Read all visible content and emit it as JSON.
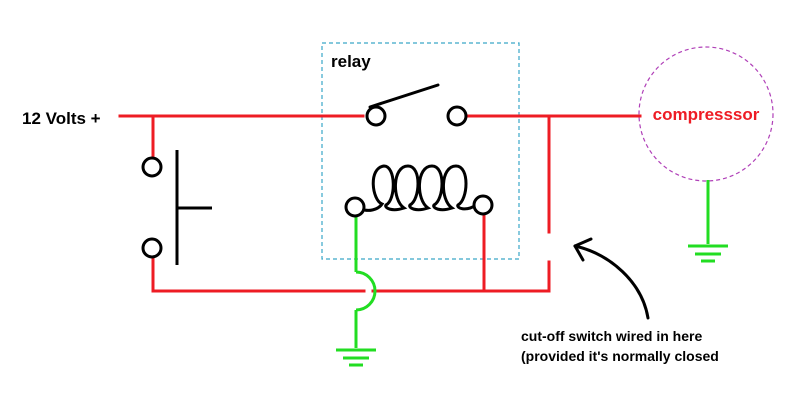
{
  "labels": {
    "supply": "12 Volts +",
    "relay": "relay",
    "compressor": "compresssor",
    "note_line1": "cut-off switch wired in here",
    "note_line2": "(provided it's normally closed"
  },
  "colors": {
    "wire_power": "#ee1c24",
    "wire_ground": "#22dd22",
    "component": "#000000",
    "relay_box": "#3aa6c8",
    "compressor_outline": "#b040b8",
    "compressor_text": "#ee1c24"
  }
}
